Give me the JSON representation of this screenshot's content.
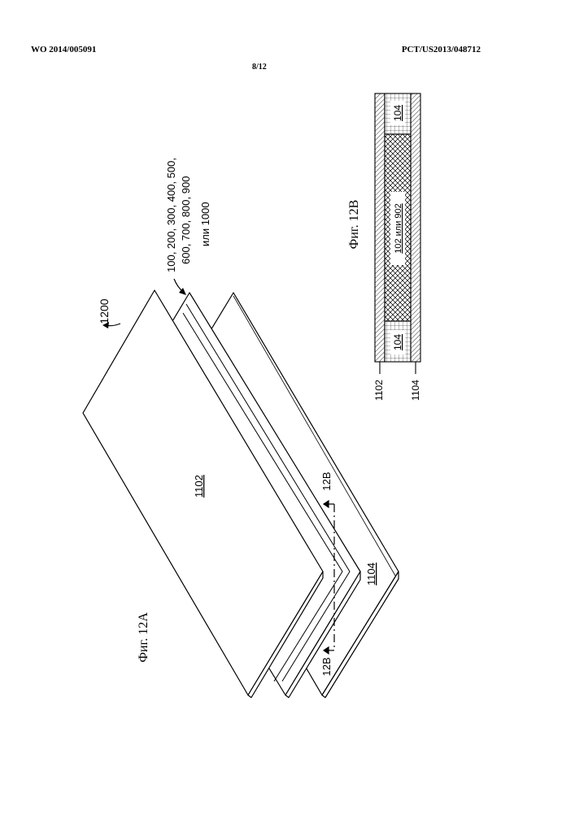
{
  "header": {
    "left": "WO 2014/005091",
    "right": "PCT/US2013/048712",
    "page": "8/12"
  },
  "fig12a": {
    "caption": "Фиг. 12A",
    "ref_assembly": "1200",
    "ref_top_layer": "1102",
    "ref_bottom_layer": "1104",
    "ref_middle_line1": "100, 200, 300, 400, 500,",
    "ref_middle_line2": "600, 700, 800, 900",
    "ref_middle_line3": "или 1000",
    "section_top": "12B",
    "section_bottom": "12B"
  },
  "fig12b": {
    "caption": "Фиг. 12B",
    "ref_top": "1102",
    "ref_bottom": "1104",
    "ref_side_left": "104",
    "ref_side_right": "104",
    "ref_core": "102 или 902"
  }
}
